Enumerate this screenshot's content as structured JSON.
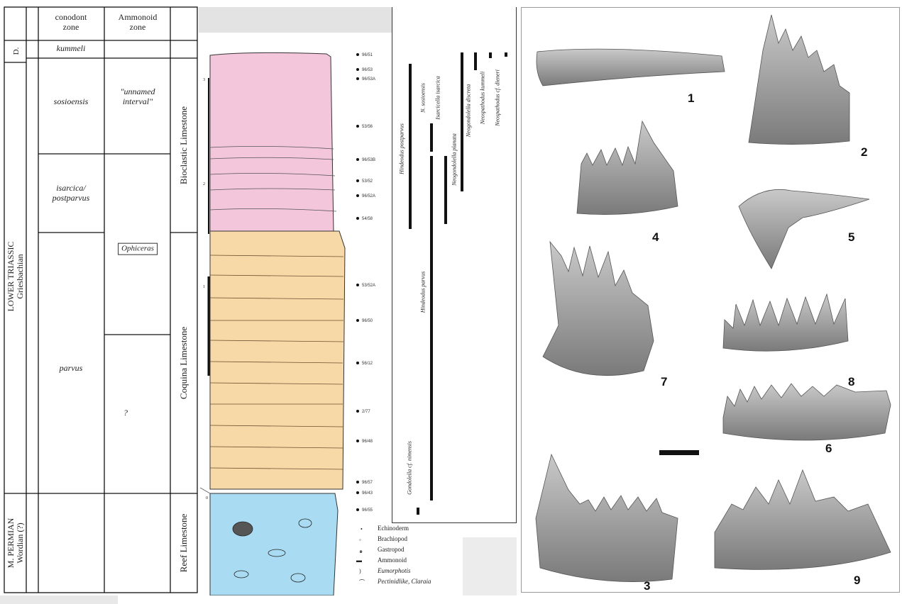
{
  "columns": {
    "conodont_zone": "conodont\nzone",
    "ammonoid_zone": "Ammonoid\nzone"
  },
  "chronostrat": {
    "d_label": "D.",
    "lower_triassic": "LOWER TRIASSIC\nGriesbachian",
    "m_permian": "M. PERMIAN\nWordian (?)"
  },
  "conodont_zones": {
    "kummeli": "kummeli",
    "sosioensis": "sosioensis",
    "isarcica": "isarcica/\npostparvus",
    "parvus": "parvus"
  },
  "ammonoid_zones": {
    "unnamed": "\"unnamed\ninterval\"",
    "ophiceras": "Ophiceras",
    "unknown": "?"
  },
  "lithology": {
    "bioclastic": "Bioclastic Limestone",
    "coquina": "Coquina Limestone",
    "reef": "Reef Limestone"
  },
  "scale_marks": [
    "3",
    "2",
    "1",
    "0"
  ],
  "samples": [
    "96/51",
    "96/53",
    "96/53A",
    "53/56",
    "96/53B",
    "53/52",
    "96/52A",
    "54/58",
    "53/52A",
    "96/50",
    "56/12",
    "2/77",
    "96/48",
    "96/57",
    "96/43",
    "96/55"
  ],
  "taxa": {
    "hindeodus_postparvus": "Hindeodus postparvus",
    "n_sosioensis": "N. sosioensis",
    "isarcicella_isarcica": "Isarcicella isarcica",
    "hindeodus_parvus": "Hindeodus parvus",
    "neogondolella_planata": "Neogondolella planata",
    "neogondolella_discreta": "Neogondolella discreta",
    "neospathodus_kummeli": "Neospathodus kummeli",
    "neospathodus_dieneri": "Neospathodus cf. dieneri",
    "gondolella_nimensis": "Gondolella cf. nimensis"
  },
  "legend": {
    "echinoderm": "Echinoderm",
    "brachiopod": "Brachiopod",
    "gastropod": "Gastropod",
    "ammonoid": "Ammonoid",
    "eumorphotis": "Eumorphotis",
    "pectinids": "Pectinidlike, Claraia"
  },
  "figure_numbers": [
    "1",
    "2",
    "4",
    "5",
    "7",
    "8",
    "6",
    "3",
    "9"
  ],
  "colors": {
    "bioclastic": "#f4c6dc",
    "coquina": "#f7d8a7",
    "reef": "#a9dcf2"
  }
}
